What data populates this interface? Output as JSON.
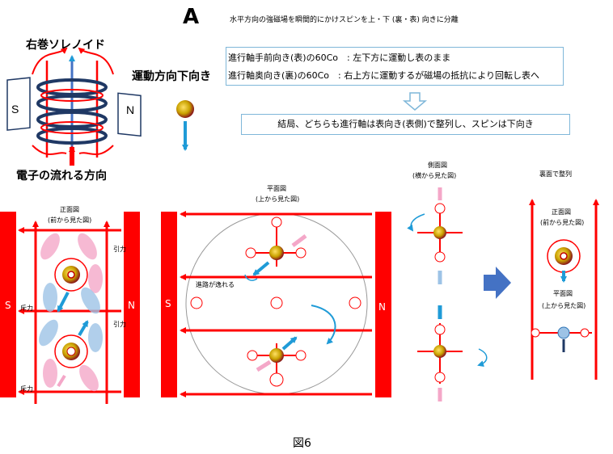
{
  "header": {
    "title": "A",
    "subtitle": "水平方向の強磁場を瞬間的にかけスピンを上・下 (裏・表) 向きに分離",
    "caption": "図6"
  },
  "solenoid": {
    "label": "右巻ソレノイド",
    "electron_label": "電子の流れる方向",
    "pole_s": "S",
    "pole_n": "N"
  },
  "motion": {
    "label": "運動方向下向き"
  },
  "notes": {
    "line1": "進行軸手前向き(表)の60Co　: 左下方に運動し表のまま",
    "line2": "進行軸奥向き(裏)の60Co　: 右上方に運動するが磁場の抵抗により回転し表へ",
    "conclusion": "結局、どちらも進行軸は表向き(表側)で整列し、スピンは下向き"
  },
  "front_view": {
    "title1": "正面図",
    "title2": "(前から見た図)",
    "attract": "引力",
    "repel": "斥力",
    "pole_s": "S",
    "pole_n": "N"
  },
  "plan_view": {
    "title1": "平面図",
    "title2": "(上から見た図)",
    "escape": "進路が逸れる",
    "pole_s": "S",
    "pole_n": "N"
  },
  "side_view": {
    "title1": "側面図",
    "title2": "(横から見た図)"
  },
  "aligned": {
    "title": "裏面で整列",
    "front1": "正面図",
    "front2": "(前から見た図)",
    "plan1": "平面図",
    "plan2": "(上から見た図)"
  },
  "colors": {
    "red": "#ff0000",
    "blue": "#1f9bd7",
    "navy": "#1f3864",
    "pink": "#f4a7c8",
    "lightblue": "#9dc3e6",
    "arrow_blue": "#4472c4"
  }
}
